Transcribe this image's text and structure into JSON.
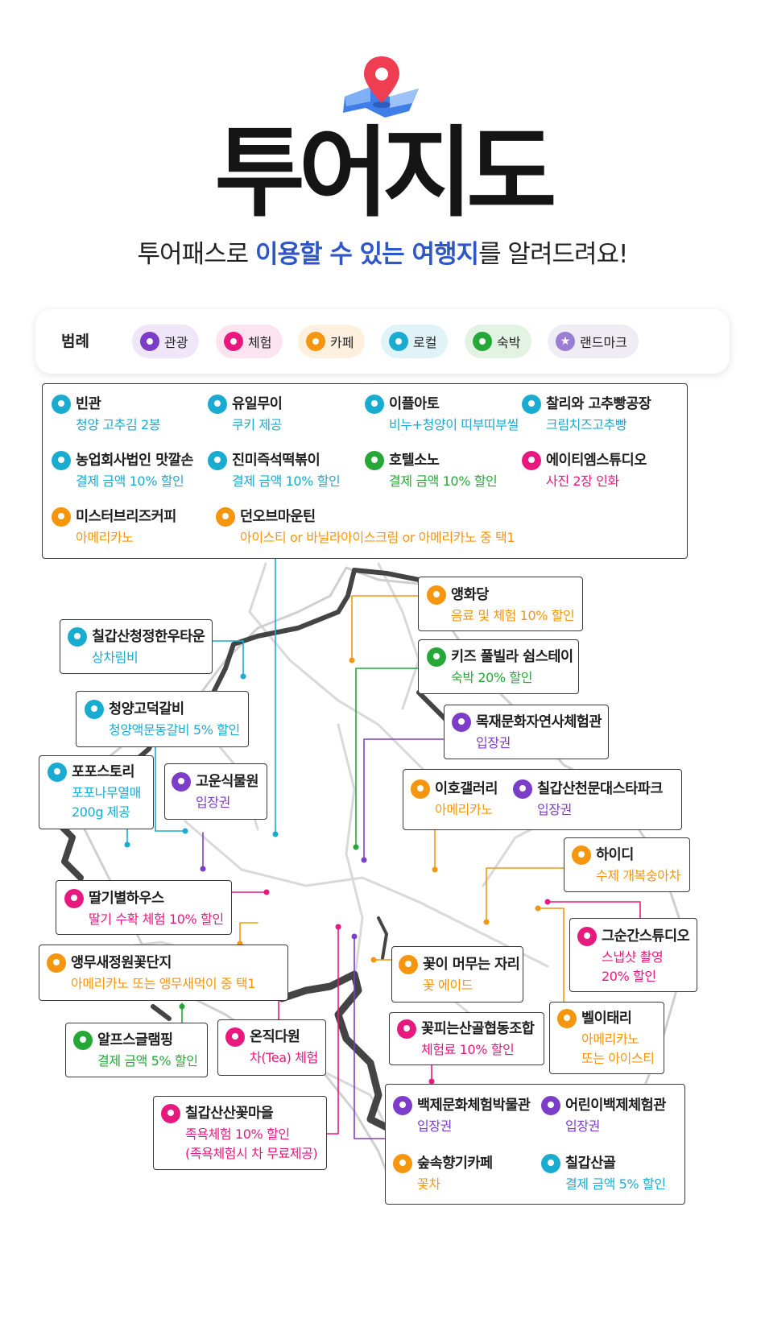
{
  "header": {
    "title": "투어지도",
    "subtitle_parts": [
      "투어패스로 ",
      "이용할 수 있는 여행지",
      "를 알려드려요!"
    ]
  },
  "legend": {
    "title": "범례",
    "items": [
      {
        "label": "관광",
        "color": "#7c3ec9",
        "bg": "#efe6f8"
      },
      {
        "label": "체험",
        "color": "#e8197e",
        "bg": "#fbe3ef"
      },
      {
        "label": "카페",
        "color": "#f5960e",
        "bg": "#fdf0de"
      },
      {
        "label": "로컬",
        "color": "#1aabd1",
        "bg": "#dff3f8"
      },
      {
        "label": "숙박",
        "color": "#26a838",
        "bg": "#e2f3e4"
      },
      {
        "label": "랜드마크",
        "color": "#9a7ed3",
        "bg": "#efedf3",
        "icon": "star-icon"
      }
    ]
  },
  "places": {
    "p1": {
      "name": "빈관",
      "desc": "청양 고추김 2봉"
    },
    "p2": {
      "name": "유일무이",
      "desc": "쿠키 제공"
    },
    "p3": {
      "name": "이플아토",
      "desc": "비누+청양이 띠부띠부씰"
    },
    "p4": {
      "name": "찰리와 고추빵공장",
      "desc": "크림치즈고추빵"
    },
    "p5": {
      "name": "농업회사법인 맛깔손",
      "desc": "결제 금액 10% 할인"
    },
    "p6": {
      "name": "진미즉석떡볶이",
      "desc": "결제 금액 10% 할인"
    },
    "p7": {
      "name": "호텔소노",
      "desc": "결제 금액 10% 할인"
    },
    "p8": {
      "name": "에이티엠스튜디오",
      "desc": "사진 2장 인화"
    },
    "p9": {
      "name": "미스터브리즈커피",
      "desc": "아메리카노"
    },
    "p10": {
      "name": "던오브마운틴",
      "desc": "아이스티 or 바닐라아이스크림 or 아메리카노 중 택1"
    },
    "p11": {
      "name": "앵화당",
      "desc": "음료 및 체험 10% 할인"
    },
    "p12": {
      "name": "칠갑산청정한우타운",
      "desc": "상차림비"
    },
    "p13": {
      "name": "키즈 풀빌라 쉼스테이",
      "desc": "숙박 20% 할인"
    },
    "p14": {
      "name": "청양고덕갈비",
      "desc": "청양액문동갈비 5% 할인"
    },
    "p15": {
      "name": "목재문화자연사체험관",
      "desc": "입장권"
    },
    "p16": {
      "name": "포포스토리",
      "desc": "포포나무열매",
      "desc2": "200g 제공"
    },
    "p17": {
      "name": "고운식물원",
      "desc": "입장권"
    },
    "p18": {
      "name": "이호갤러리",
      "desc": "아메리카노"
    },
    "p19": {
      "name": "칠갑산천문대스타파크",
      "desc": "입장권"
    },
    "p20": {
      "name": "하이디",
      "desc": "수제 개복숭아차"
    },
    "p21": {
      "name": "딸기별하우스",
      "desc": "딸기 수확 체험 10% 할인"
    },
    "p22": {
      "name": "그순간스튜디오",
      "desc": "스냅샷 촬영",
      "desc2": "20% 할인"
    },
    "p23": {
      "name": "앵무새정원꽃단지",
      "desc": "아메리카노 또는 앵무새먹이 중 택1"
    },
    "p24": {
      "name": "꽃이 머무는 자리",
      "desc": "꽃 에이드"
    },
    "p25": {
      "name": "벨이태리",
      "desc": "아메리카노",
      "desc2": "또는 아이스티"
    },
    "p26": {
      "name": "알프스글램핑",
      "desc": "결제 금액 5% 할인"
    },
    "p27": {
      "name": "온직다원",
      "desc": "차(Tea) 체험"
    },
    "p28": {
      "name": "꽃피는산골협동조합",
      "desc": "체험료 10% 할인"
    },
    "p29": {
      "name": "칠갑산산꽃마을",
      "desc": "족욕체험 10% 할인",
      "desc2": "(족욕체험시 차 무료제공)"
    },
    "p30": {
      "name": "백제문화체험박물관",
      "desc": "입장권"
    },
    "p31": {
      "name": "어린이백제체험관",
      "desc": "입장권"
    },
    "p32": {
      "name": "숲속향기카페",
      "desc": "꽃차"
    },
    "p33": {
      "name": "칠갑산골",
      "desc": "결제 금액 5% 할인"
    }
  }
}
